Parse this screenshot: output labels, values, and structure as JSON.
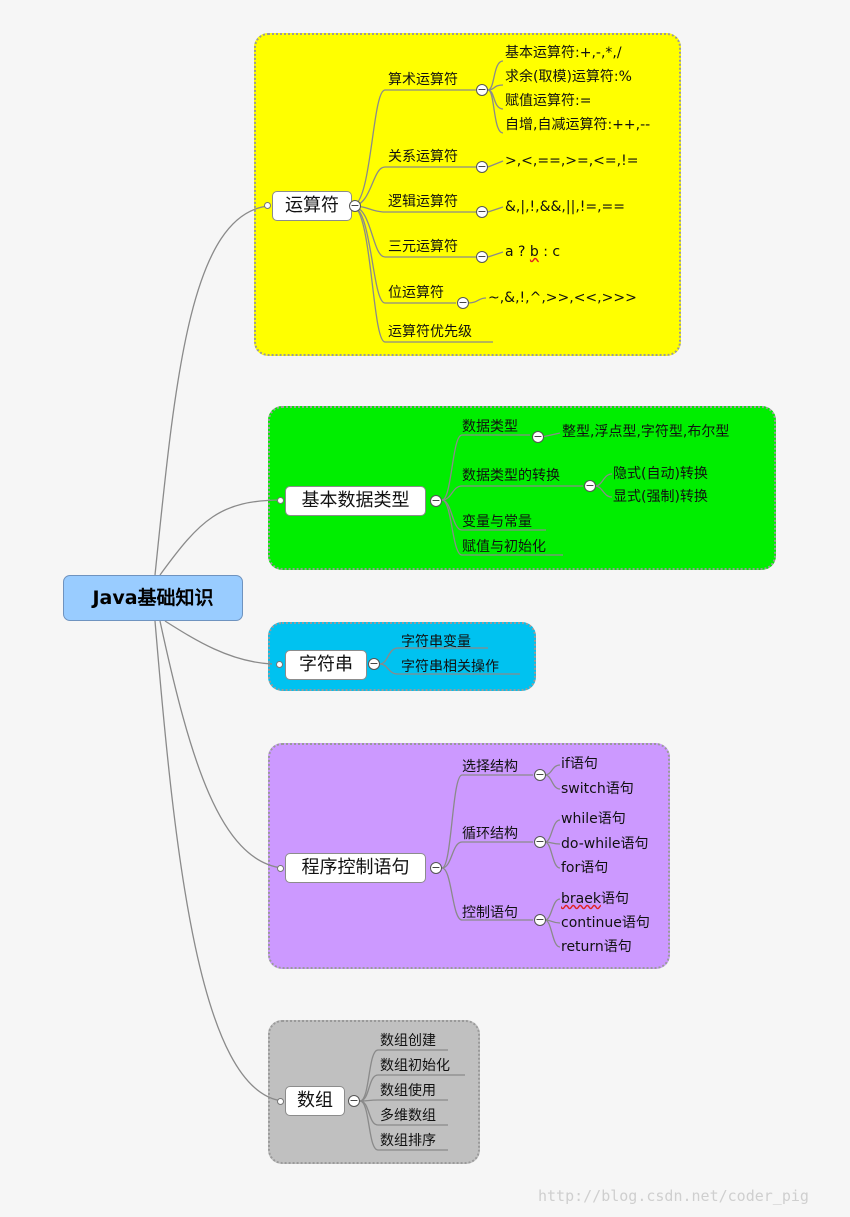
{
  "root": "Java基础知识",
  "operators": {
    "title": "运算符",
    "arith": {
      "label": "算术运算符",
      "items": [
        "基本运算符:+,-,*,/",
        "求余(取模)运算符:%",
        "赋值运算符:=",
        "自增,自减运算符:++,--"
      ]
    },
    "relational": {
      "label": "关系运算符",
      "value": ">,<,==,>=,<=,!="
    },
    "logical": {
      "label": "逻辑运算符",
      "value": "&,|,!,&&,||,!=,=="
    },
    "ternary": {
      "label": "三元运算符",
      "value_a": "a ? ",
      "value_b": "b",
      "value_c": " : c"
    },
    "bitwise": {
      "label": "位运算符",
      "value": "~,&,!,^,>>,<<,>>>"
    },
    "precedence": "运算符优先级"
  },
  "types": {
    "title": "基本数据类型",
    "data_type": {
      "label": "数据类型",
      "value": "整型,浮点型,字符型,布尔型"
    },
    "conversion": {
      "label": "数据类型的转换",
      "items": [
        "隐式(自动)转换",
        "显式(强制)转换"
      ]
    },
    "variables": "变量与常量",
    "assign": "赋值与初始化"
  },
  "strings": {
    "title": "字符串",
    "items": [
      "字符串变量",
      "字符串相关操作"
    ]
  },
  "control": {
    "title": "程序控制语句",
    "select": {
      "label": "选择结构",
      "items": [
        "if语句",
        "switch语句"
      ]
    },
    "loop": {
      "label": "循环结构",
      "items": [
        "while语句",
        "do-while语句",
        "for语句"
      ]
    },
    "ctrl": {
      "label": "控制语句",
      "braek": "braek",
      "braek_suffix": "语句",
      "items": [
        "continue语句",
        "return语句"
      ]
    }
  },
  "arrays": {
    "title": "数组",
    "items": [
      "数组创建",
      "数组初始化",
      "数组使用",
      "多维数组",
      "数组排序"
    ]
  },
  "watermark": "http://blog.csdn.net/coder_pig",
  "colors": {
    "operators_bg": "#ffff00",
    "types_bg": "#00ee00",
    "strings_bg": "#00c2f0",
    "control_bg": "#cc99ff",
    "arrays_bg": "#c0c0c0",
    "root_bg": "#99ccff"
  }
}
